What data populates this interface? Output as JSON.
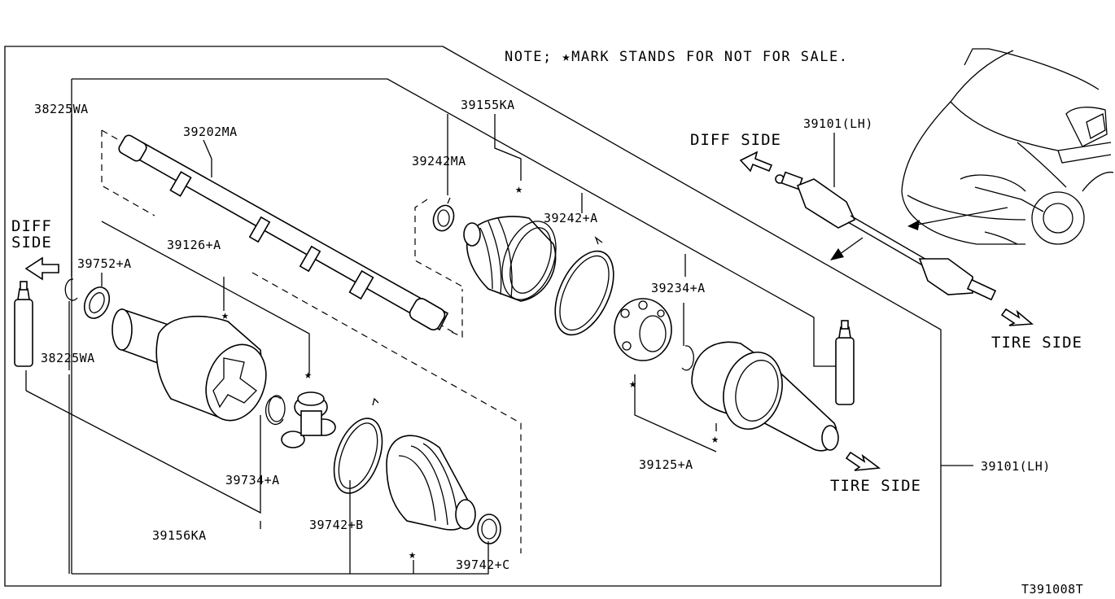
{
  "note": "NOTE; ★MARK STANDS FOR NOT FOR SALE.",
  "diagram_code": "T391008T",
  "labels": {
    "p38225wa_top": "38225WA",
    "p38225wa_bottom": "38225WA",
    "p39202ma": "39202MA",
    "p39155ka": "39155KA",
    "p39242ma": "39242MA",
    "p39242a": "39242+A",
    "p39234a": "39234+A",
    "p39752a": "39752+A",
    "p39126a": "39126+A",
    "p39734a": "39734+A",
    "p39742b": "39742+B",
    "p39742c": "39742+C",
    "p39125a": "39125+A",
    "p39156ka": "39156KA",
    "p39101_right": "39101(LH)",
    "p39101_inset": "39101(LH)"
  },
  "sides": {
    "diff_left_1": "DIFF",
    "diff_left_2": "SIDE",
    "diff_inset": "DIFF SIDE",
    "tire_main": "TIRE SIDE",
    "tire_inset": "TIRE SIDE"
  },
  "star": "★"
}
